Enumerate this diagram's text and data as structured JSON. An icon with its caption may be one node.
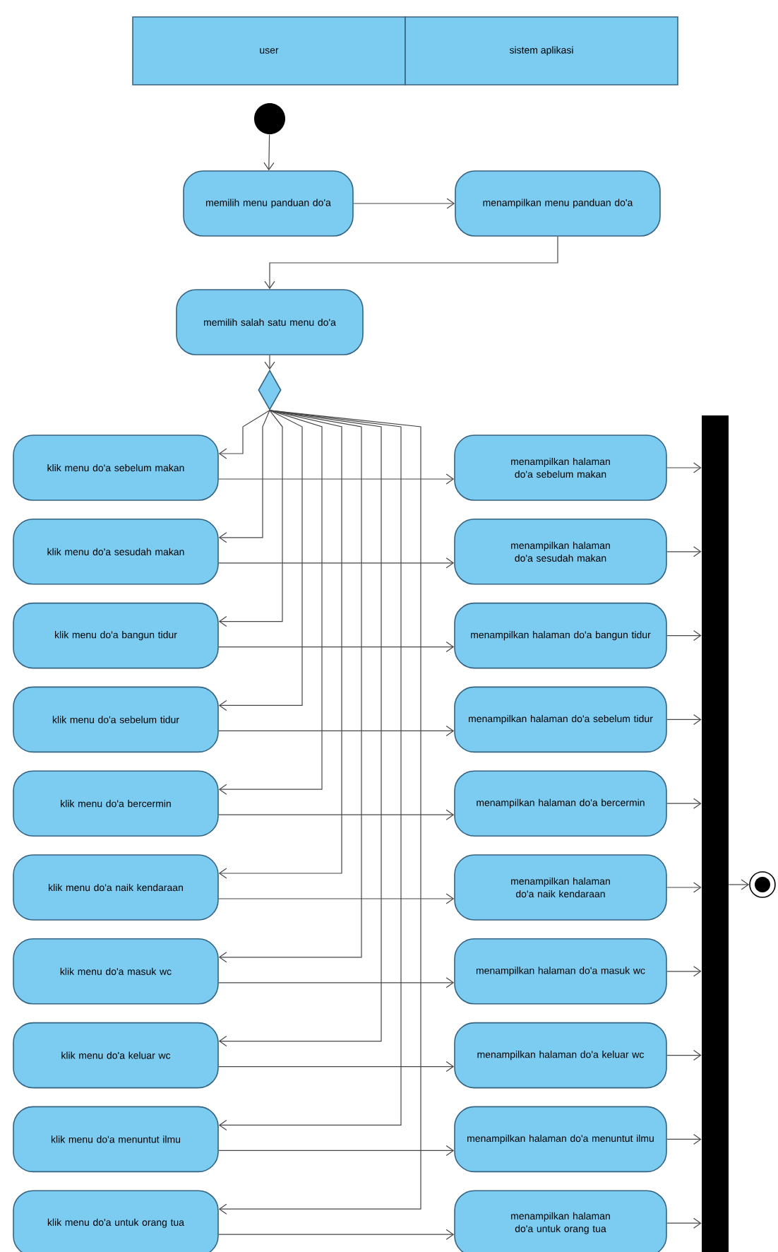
{
  "diagram": {
    "nodes": [
      {
        "text": [
          "user"
        ]
      },
      {
        "text": [
          "sistem aplikasi"
        ]
      },
      {
        "text": [],
        "shape": "circle"
      },
      {
        "text": [
          "memilih menu panduan do'a"
        ]
      },
      {
        "text": [
          "menampilkan menu panduan do'a"
        ]
      },
      {
        "text": [
          "memilih salah satu menu do'a"
        ]
      },
      {
        "text": [],
        "shape": "diamond"
      },
      {
        "text": [
          "klik menu do'a sebelum makan"
        ]
      },
      {
        "text": [
          "klik menu do'a sesudah makan"
        ]
      },
      {
        "text": [
          "klik menu do'a bangun tidur"
        ]
      },
      {
        "text": [
          "klik menu do'a sebelum tidur"
        ]
      },
      {
        "text": [
          "klik menu do'a bercermin"
        ]
      },
      {
        "text": [
          "klik menu do'a naik kendaraan"
        ]
      },
      {
        "text": [
          "klik menu do'a masuk wc"
        ]
      },
      {
        "text": [
          "klik menu do'a keluar wc"
        ]
      },
      {
        "text": [
          "klik menu do'a menuntut ilmu"
        ]
      },
      {
        "text": [
          "klik menu do'a untuk orang tua"
        ]
      },
      {
        "text": [
          "menampilkan halaman do'a sebelum makan"
        ]
      },
      {
        "text": [
          "menampilkan halaman do'a sesudah makan"
        ]
      },
      {
        "text": [
          "menampilkan halaman do'a bangun tidur"
        ]
      },
      {
        "text": [
          "menampilkan halaman do'a sebelum tidur"
        ]
      },
      {
        "text": [
          "menampilkan halaman do'a bercermin"
        ]
      },
      {
        "text": [
          "menampilkan halaman do'a naik kendaraan"
        ]
      },
      {
        "text": [
          "menampilkan halaman do'a masuk wc"
        ]
      },
      {
        "text": [
          "menampilkan halaman do'a keluar wc"
        ]
      },
      {
        "text": [
          "menampilkan halaman do'a menuntut ilmu"
        ]
      },
      {
        "text": [
          "menampilkan halaman do'a untuk orang tua"
        ]
      },
      {
        "text": [],
        "shape": "bar"
      },
      {
        "text": [],
        "shape": "circle"
      }
    ],
    "edges": [
      {
        "from": 2,
        "to": 3,
        "arrow": "to"
      },
      {
        "from": 3,
        "to": 4,
        "arrow": "to"
      },
      {
        "from": 4,
        "to": 5,
        "arrow": "to"
      },
      {
        "from": 5,
        "to": 6,
        "arrow": "to"
      },
      {
        "from": 6,
        "to": 7,
        "arrow": "to"
      },
      {
        "from": 6,
        "to": 8,
        "arrow": "to"
      },
      {
        "from": 6,
        "to": 9,
        "arrow": "to"
      },
      {
        "from": 6,
        "to": 10,
        "arrow": "to"
      },
      {
        "from": 6,
        "to": 11,
        "arrow": "to"
      },
      {
        "from": 6,
        "to": 12,
        "arrow": "to"
      },
      {
        "from": 6,
        "to": 13,
        "arrow": "to"
      },
      {
        "from": 6,
        "to": 14,
        "arrow": "to"
      },
      {
        "from": 6,
        "to": 15,
        "arrow": "to"
      },
      {
        "from": 6,
        "to": 16,
        "arrow": "to"
      },
      {
        "from": 7,
        "to": 17,
        "arrow": "to"
      },
      {
        "from": 8,
        "to": 18,
        "arrow": "to"
      },
      {
        "from": 9,
        "to": 19,
        "arrow": "to"
      },
      {
        "from": 10,
        "to": 20,
        "arrow": "to"
      },
      {
        "from": 11,
        "to": 21,
        "arrow": "to"
      },
      {
        "from": 12,
        "to": 22,
        "arrow": "to"
      },
      {
        "from": 13,
        "to": 23,
        "arrow": "to"
      },
      {
        "from": 14,
        "to": 24,
        "arrow": "to"
      },
      {
        "from": 15,
        "to": 25,
        "arrow": "to"
      },
      {
        "from": 16,
        "to": 26,
        "arrow": "to"
      },
      {
        "from": 17,
        "to": 27,
        "arrow": "to"
      },
      {
        "from": 18,
        "to": 27,
        "arrow": "to"
      },
      {
        "from": 19,
        "to": 27,
        "arrow": "to"
      },
      {
        "from": 20,
        "to": 27,
        "arrow": "to"
      },
      {
        "from": 21,
        "to": 27,
        "arrow": "to"
      },
      {
        "from": 22,
        "to": 27,
        "arrow": "to"
      },
      {
        "from": 23,
        "to": 27,
        "arrow": "to"
      },
      {
        "from": 24,
        "to": 27,
        "arrow": "to"
      },
      {
        "from": 25,
        "to": 27,
        "arrow": "to"
      },
      {
        "from": 26,
        "to": 27,
        "arrow": "to"
      },
      {
        "from": 27,
        "to": 28,
        "arrow": "to"
      }
    ]
  }
}
